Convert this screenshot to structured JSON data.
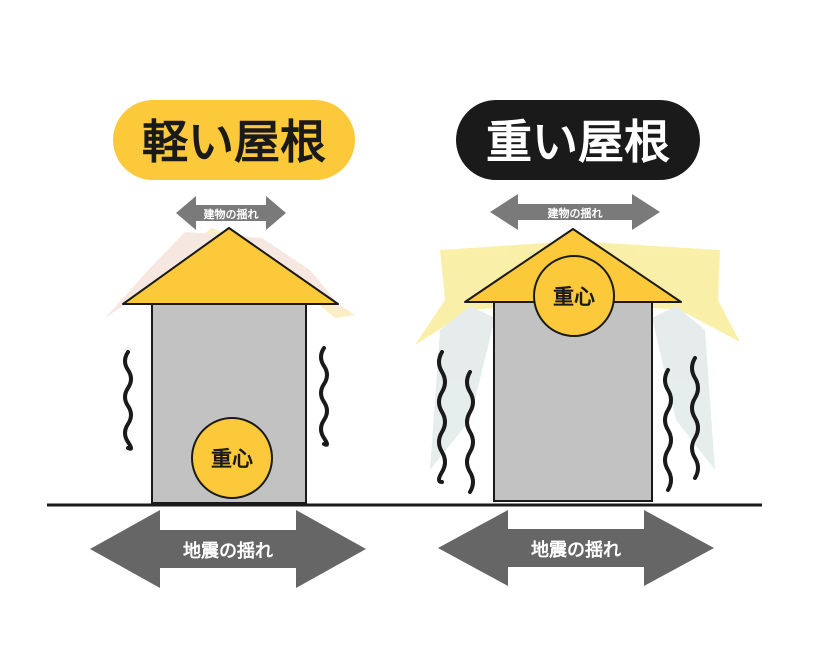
{
  "light_roof": {
    "title": "軽い屋根",
    "sway_label": "建物の揺れ",
    "center_label": "重心",
    "quake_label": "地震の揺れ"
  },
  "heavy_roof": {
    "title": "重い屋根",
    "sway_label": "建物の揺れ",
    "center_label": "重心",
    "quake_label": "地震の揺れ"
  },
  "colors": {
    "yellow": "#fcc93a",
    "black": "#1a1a1a",
    "gray_wall": "#c2c2c2",
    "arrow_gray": "#666666",
    "sway_arrow_gray": "#7a7a7a"
  }
}
